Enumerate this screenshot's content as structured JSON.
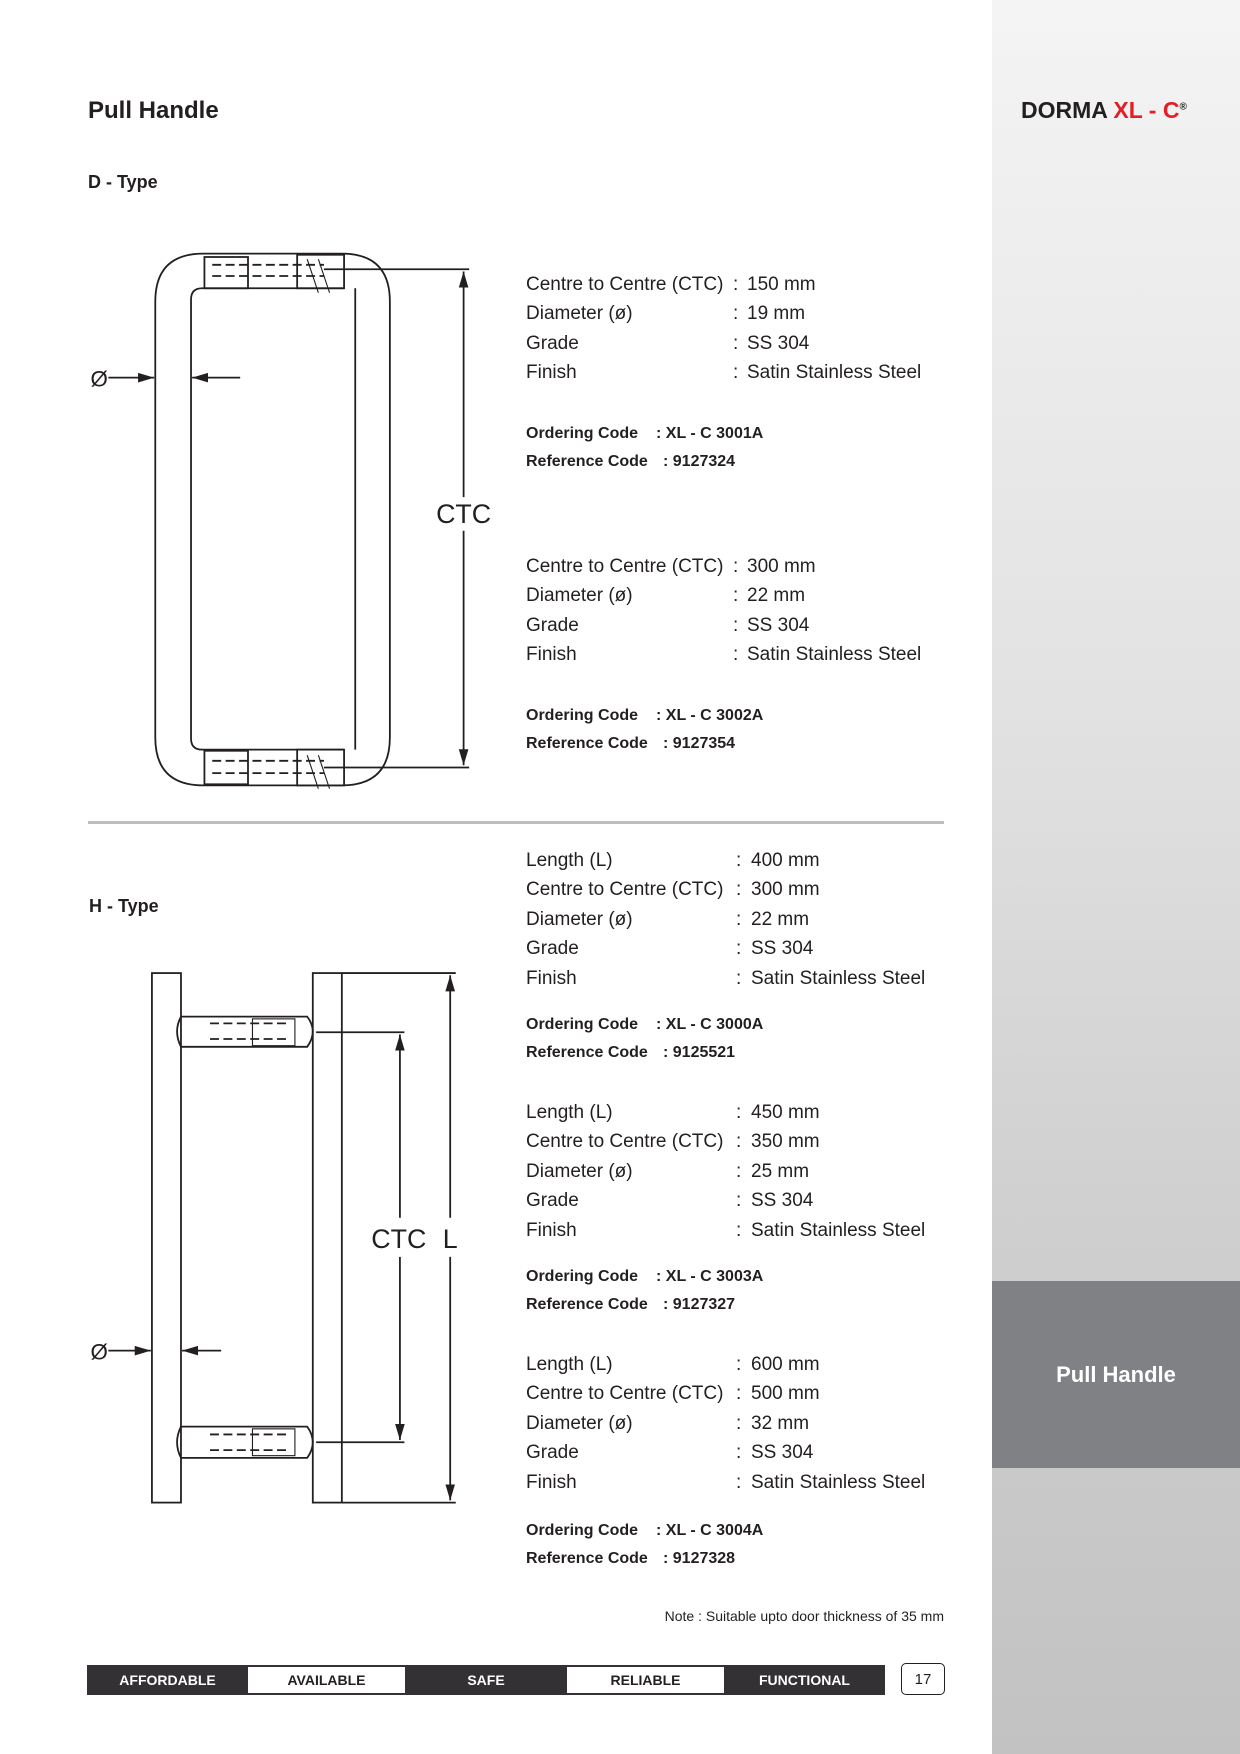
{
  "header": {
    "title": "Pull Handle",
    "logo": {
      "part1": "DORMA",
      "part2": "XL - C",
      "mark": "®"
    }
  },
  "sidebar": {
    "section_label": "Pull Handle"
  },
  "colors": {
    "brand_red": "#e31e24",
    "sidebar_box": "#808184",
    "footer_dark": "#333133"
  },
  "d_type": {
    "heading": "D - Type",
    "drawing": {
      "ctc_label": "CTC",
      "diameter_label": "Ø"
    },
    "products": [
      {
        "specs": [
          {
            "label": "Centre to Centre (CTC)",
            "value": "150 mm"
          },
          {
            "label": "Diameter (ø)",
            "value": "19 mm"
          },
          {
            "label": "Grade",
            "value": "SS 304"
          },
          {
            "label": "Finish",
            "value": "Satin Stainless Steel"
          }
        ],
        "ordering_label": "Ordering Code",
        "ordering_code": ": XL - C 3001A",
        "reference_label": "Reference Code",
        "reference_code": ": 9127324"
      },
      {
        "specs": [
          {
            "label": "Centre to Centre (CTC)",
            "value": "300 mm"
          },
          {
            "label": "Diameter (ø)",
            "value": "22 mm"
          },
          {
            "label": "Grade",
            "value": "SS 304"
          },
          {
            "label": "Finish",
            "value": "Satin Stainless Steel"
          }
        ],
        "ordering_label": "Ordering Code",
        "ordering_code": ": XL - C 3002A",
        "reference_label": "Reference Code",
        "reference_code": ": 9127354"
      }
    ]
  },
  "h_type": {
    "heading": "H - Type",
    "drawing": {
      "ctc_label": "CTC",
      "length_label": "L",
      "diameter_label": "Ø"
    },
    "products": [
      {
        "specs": [
          {
            "label": "Length (L)",
            "value": "400 mm"
          },
          {
            "label": "Centre to Centre (CTC)",
            "value": "300 mm"
          },
          {
            "label": "Diameter (ø)",
            "value": "22 mm"
          },
          {
            "label": "Grade",
            "value": "SS 304"
          },
          {
            "label": "Finish",
            "value": "Satin Stainless Steel"
          }
        ],
        "ordering_label": "Ordering Code",
        "ordering_code": ": XL - C 3000A",
        "reference_label": "Reference Code",
        "reference_code": ": 9125521"
      },
      {
        "specs": [
          {
            "label": "Length (L)",
            "value": "450 mm"
          },
          {
            "label": "Centre to Centre (CTC)",
            "value": "350 mm"
          },
          {
            "label": "Diameter (ø)",
            "value": "25 mm"
          },
          {
            "label": "Grade",
            "value": "SS 304"
          },
          {
            "label": "Finish",
            "value": "Satin Stainless Steel"
          }
        ],
        "ordering_label": "Ordering Code",
        "ordering_code": ": XL - C 3003A",
        "reference_label": "Reference Code",
        "reference_code": ": 9127327"
      },
      {
        "specs": [
          {
            "label": "Length (L)",
            "value": "600 mm"
          },
          {
            "label": "Centre to Centre (CTC)",
            "value": "500 mm"
          },
          {
            "label": "Diameter (ø)",
            "value": "32 mm"
          },
          {
            "label": "Grade",
            "value": "SS 304"
          },
          {
            "label": "Finish",
            "value": "Satin Stainless Steel"
          }
        ],
        "ordering_label": "Ordering Code",
        "ordering_code": ": XL - C 3004A",
        "reference_label": "Reference Code",
        "reference_code": ": 9127328"
      }
    ]
  },
  "note": "Note : Suitable upto door thickness of 35 mm",
  "footer": {
    "items": [
      "AFFORDABLE",
      "AVAILABLE",
      "SAFE",
      "RELIABLE",
      "FUNCTIONAL"
    ],
    "page_number": "17"
  }
}
